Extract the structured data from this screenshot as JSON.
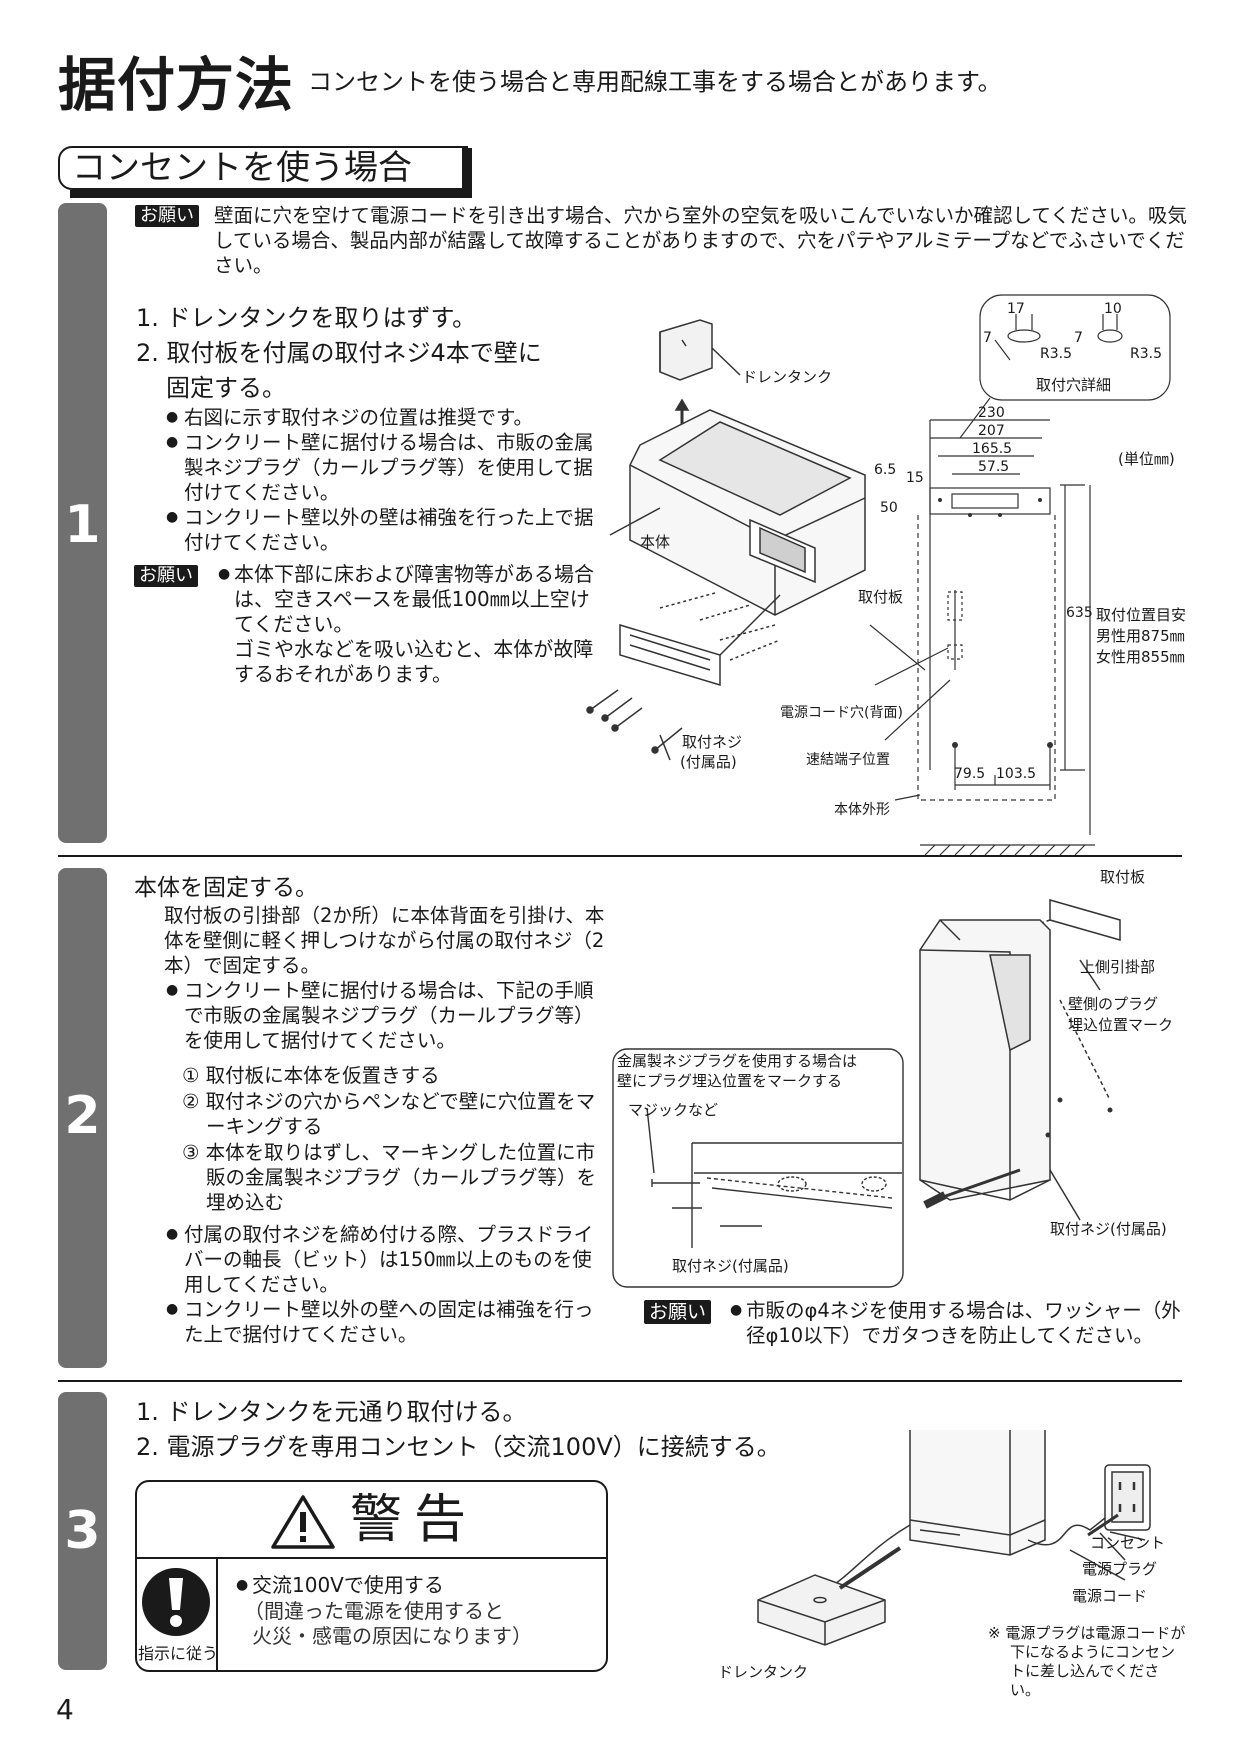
{
  "header": {
    "title": "据付方法",
    "subtitle": "コンセントを使う場合と専用配線工事をする場合とがあります。",
    "section_tab": "コンセントを使う場合"
  },
  "step1": {
    "number": "1",
    "onegai_badge": "お願い",
    "onegai_top": "壁面に穴を空けて電源コードを引き出す場合、穴から室外の空気を吸いこんでいないか確認してください。吸気している場合、製品内部が結露して故障することがありますので、穴をパテやアルミテープなどでふさいでください。",
    "instr1": "1. ドレンタンクを取りはずす。",
    "instr2_line1": "2. 取付板を付属の取付ネジ4本で壁に",
    "instr2_line2": "固定する。",
    "bullets": [
      "右図に示す取付ネジの位置は推奨です。",
      "コンクリート壁に据付ける場合は、市販の金属製ネジプラグ（カールプラグ等）を使用して据付けてください。",
      "コンクリート壁以外の壁は補強を行った上で据付けてください。"
    ],
    "onegai2_badge": "お願い",
    "onegai2_bullet": "本体下部に床および障害物等がある場合は、空きスペースを最低100㎜以上空けてください。",
    "onegai2_note": "ゴミや水などを吸い込むと、本体が故障するおそれがあります。",
    "diagram": {
      "drain_tank": "ドレンタンク",
      "body": "本体",
      "mounting_plate": "取付板",
      "screws": "取付ネジ",
      "screws_sub": "(付属品)",
      "detail_title": "取付穴詳細",
      "detail_dim_17": "17",
      "detail_dim_10": "10",
      "detail_dim_7a": "7",
      "detail_dim_7b": "7",
      "detail_r1": "R3.5",
      "detail_r2": "R3.5",
      "unit": "(単位㎜)",
      "dim_230": "230",
      "dim_207": "207",
      "dim_165": "165.5",
      "dim_57": "57.5",
      "dim_65": "6.5",
      "dim_15": "15",
      "dim_50": "50",
      "dim_635": "635",
      "dim_795": "79.5",
      "dim_1035": "103.5",
      "cord_hole": "電源コード穴(背面)",
      "terminal": "速結端子位置",
      "outline": "本体外形",
      "height_title": "取付位置目安",
      "height_male": "男性用875㎜",
      "height_female": "女性用855㎜"
    }
  },
  "step2": {
    "number": "2",
    "heading": "本体を固定する。",
    "intro": "取付板の引掛部（2か所）に本体背面を引掛け、本体を壁側に軽く押しつけながら付属の取付ネジ（2本）で固定する。",
    "bullet1": "コンクリート壁に据付ける場合は、下記の手順で市販の金属製ネジプラグ（カールプラグ等）を使用して据付けてください。",
    "steps": [
      "① 取付板に本体を仮置きする",
      "② 取付ネジの穴からペンなどで壁に穴位置をマーキングする",
      "③ 本体を取りはずし、マーキングした位置に市販の金属製ネジプラグ（カールプラグ等）を埋め込む"
    ],
    "bullet2": "付属の取付ネジを締め付ける際、プラスドライバーの軸長（ビット）は150㎜以上のものを使用してください。",
    "bullet3": "コンクリート壁以外の壁への固定は補強を行った上で据付けてください。",
    "onegai_badge": "お願い",
    "onegai_text": "市販のφ4ネジを使用する場合は、ワッシャー（外径φ10以下）でガタつきを防止してください。",
    "diagram": {
      "plate": "取付板",
      "hook": "上側引掛部",
      "plug_mark_1": "壁側のプラグ",
      "plug_mark_2": "埋込位置マーク",
      "screw": "取付ネジ(付属品)",
      "inset_line1": "金属製ネジプラグを使用する場合は",
      "inset_line2": "壁にプラグ埋込位置をマークする",
      "marker": "マジックなど",
      "inset_screw": "取付ネジ(付属品)"
    }
  },
  "step3": {
    "number": "3",
    "instr1": "1. ドレンタンクを元通り取付ける。",
    "instr2": "2. 電源プラグを専用コンセント（交流100V）に接続する。",
    "warning_title": "警告",
    "instruction_label": "指示に従う",
    "warning_bullet": "交流100Vで使用する",
    "warning_note_1": "（間違った電源を使用すると",
    "warning_note_2": "火災・感電の原因になります）",
    "diagram": {
      "outlet": "コンセント",
      "plug": "電源プラグ",
      "cord": "電源コード",
      "drain_tank": "ドレンタンク",
      "note": "※ 電源プラグは電源コードが下になるようにコンセントに差し込んでください。"
    }
  },
  "page_number": "4"
}
